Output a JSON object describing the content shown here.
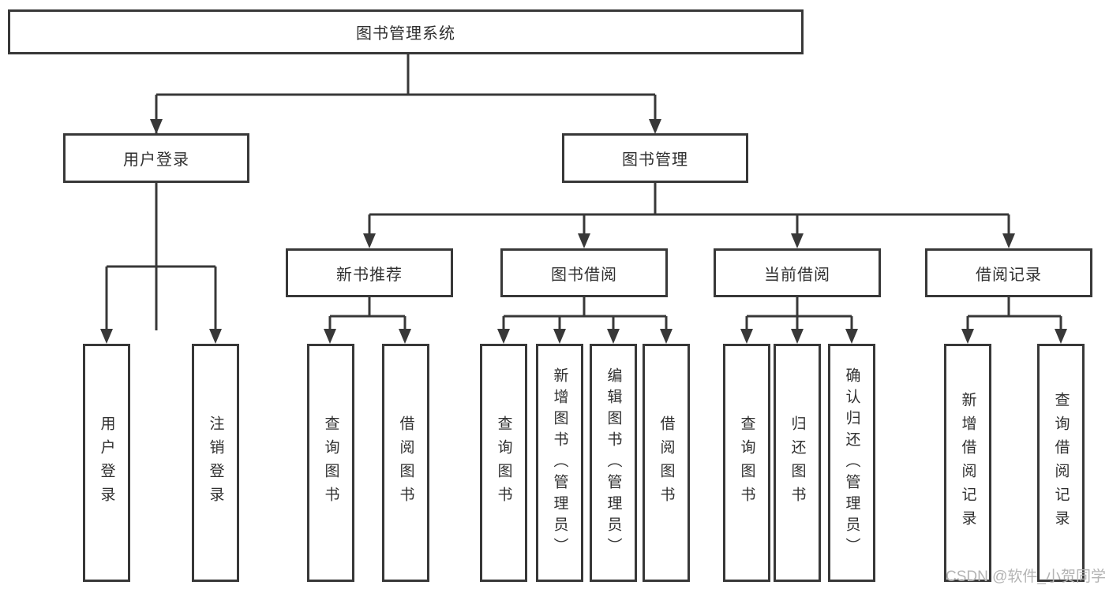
{
  "colors": {
    "line": "#383838",
    "text": "#303030",
    "background": "#ffffff",
    "watermark": "#b4b4b4"
  },
  "diagram": {
    "type": "tree",
    "title": "图书管理系统",
    "branches": {
      "user_login": {
        "label": "用户登录",
        "children": [
          "用户登录",
          "注销登录"
        ]
      },
      "book_management": {
        "label": "图书管理",
        "sections": {
          "new_books": {
            "label": "新书推荐",
            "children": [
              "查询图书",
              "借阅图书"
            ]
          },
          "book_borrowing": {
            "label": "图书借阅",
            "children": [
              "查询图书",
              "新增图书（管理员）",
              "编辑图书（管理员）",
              "借阅图书"
            ]
          },
          "current_borrowing": {
            "label": "当前借阅",
            "children": [
              "查询图书",
              "归还图书",
              "确认归还（管理员）"
            ]
          },
          "borrowing_records": {
            "label": "借阅记录",
            "children": [
              "新增借阅记录",
              "查询借阅记录"
            ]
          }
        }
      }
    }
  },
  "watermark": {
    "text": "CSDN @软件_小贺同学"
  }
}
